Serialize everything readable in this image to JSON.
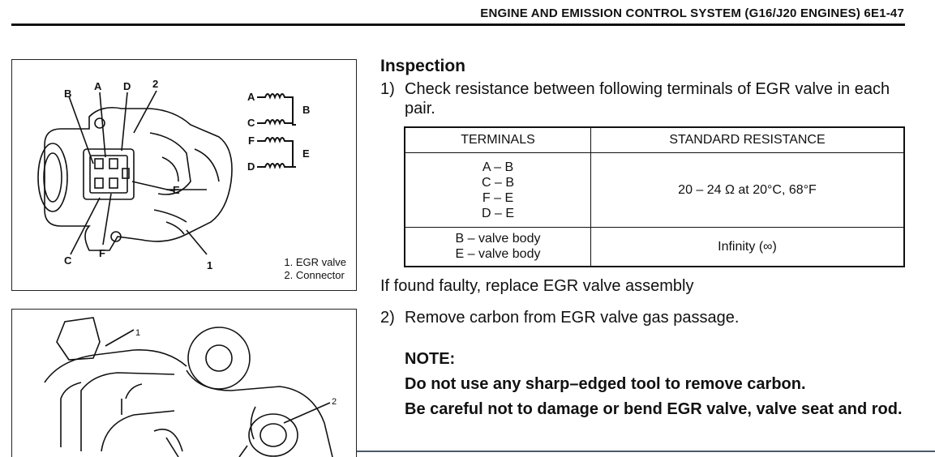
{
  "header": {
    "title": "ENGINE AND EMISSION CONTROL SYSTEM (G16/J20 ENGINES)   6E1-47"
  },
  "figure1": {
    "labels": [
      "A",
      "B",
      "C",
      "D",
      "E",
      "F",
      "1",
      "2"
    ],
    "caption": [
      "1.  EGR valve",
      "2.  Connector"
    ],
    "schematic": {
      "coil_left": [
        "A",
        "C",
        "F",
        "D"
      ],
      "coil_right": [
        "B",
        "E"
      ]
    }
  },
  "figure2": {
    "labels": [
      "1",
      "2"
    ]
  },
  "section": {
    "heading": "Inspection",
    "step1": {
      "num": "1)",
      "text": "Check resistance between following terminals of EGR valve in each pair."
    },
    "table": {
      "headers": [
        "TERMINALS",
        "STANDARD RESISTANCE"
      ],
      "rows": [
        {
          "terminals": [
            "A – B",
            "C – B",
            "F – E",
            "D – E"
          ],
          "resistance": "20 – 24 Ω at 20°C, 68°F"
        },
        {
          "terminals": [
            "B – valve body",
            "E – valve body"
          ],
          "resistance": "Infinity (∞)"
        }
      ]
    },
    "faulty": "If found faulty, replace EGR valve assembly",
    "step2": {
      "num": "2)",
      "text": "Remove carbon from EGR valve gas passage."
    },
    "note": {
      "title": "NOTE:",
      "lines": [
        "Do not use any sharp–edged tool to remove carbon.",
        "Be careful not to damage or bend EGR valve, valve seat and rod."
      ]
    }
  }
}
